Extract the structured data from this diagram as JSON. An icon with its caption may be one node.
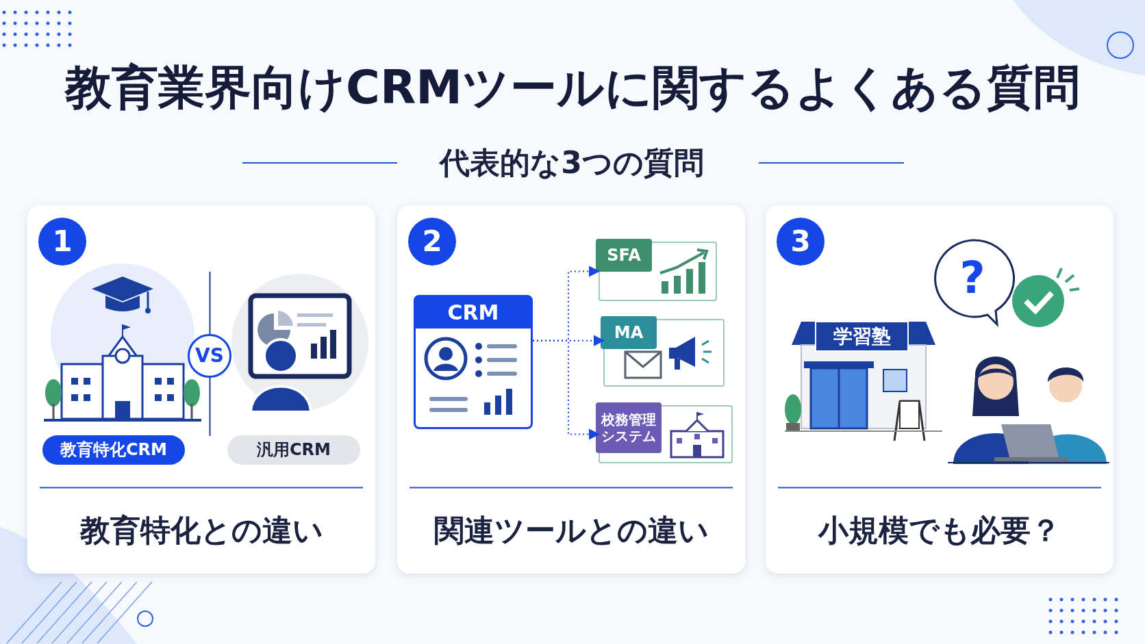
{
  "diagram": {
    "title": "教育業界向けCRMツールに関するよくある質問",
    "nodes": [
      {
        "text": [
          "1",
          "教育特化との違い"
        ]
      },
      {
        "text": [
          "教育特化CRM"
        ],
        "in": 0
      },
      {
        "text": [
          "汎用CRM"
        ],
        "in": 0
      },
      {
        "text": [
          "VS"
        ],
        "in": 0
      },
      {
        "text": [
          "2",
          "関連ツールとの違い"
        ]
      },
      {
        "text": [
          "CRM"
        ],
        "in": 4
      },
      {
        "text": [
          "SFA"
        ],
        "in": 4
      },
      {
        "text": [
          "MA"
        ],
        "in": 4
      },
      {
        "text": [
          "校務管理システム"
        ],
        "in": 4
      },
      {
        "text": [
          "3",
          "小規模でも必要？"
        ]
      },
      {
        "text": [
          "学習塾"
        ],
        "in": 9
      },
      {
        "text": [
          "?"
        ],
        "in": 9
      }
    ],
    "edges": [
      {
        "from": 5,
        "to": 6,
        "arrow": "to",
        "style": "dashed"
      },
      {
        "from": 5,
        "to": 7,
        "arrow": "to",
        "style": "dashed"
      },
      {
        "from": 5,
        "to": 8,
        "arrow": "to",
        "style": "dashed"
      }
    ],
    "labels": [
      "代表的な3つの質問"
    ]
  }
}
